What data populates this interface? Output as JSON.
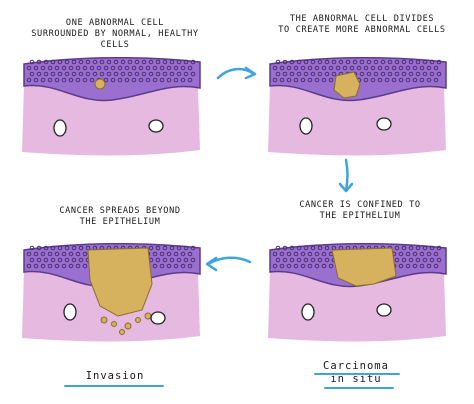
{
  "captions": {
    "healthy": [
      "One abnormal cell",
      "surrounded by normal, healthy",
      "cells"
    ],
    "divides": [
      "The abnormal cell divides",
      "to create more abnormal cells"
    ],
    "spreads": [
      "Cancer spreads beyond",
      "the epithelium"
    ],
    "confined": [
      "Cancer is confined to",
      "the epithelium"
    ]
  },
  "labels": {
    "invasion": "Invasion",
    "carcinoma_line1": "Carcinoma",
    "carcinoma_line2": "in situ"
  },
  "colors": {
    "epithelium": "#9b6fcf",
    "cell_nucleus": "#5b3c8a",
    "stroma": "#e6b9e0",
    "abnormal": "#d6b25e",
    "arrow": "#3fa3dd",
    "underline": "#3fa3dd"
  },
  "icons": [
    "arrow-right-icon",
    "arrow-down-icon",
    "arrow-left-icon"
  ]
}
